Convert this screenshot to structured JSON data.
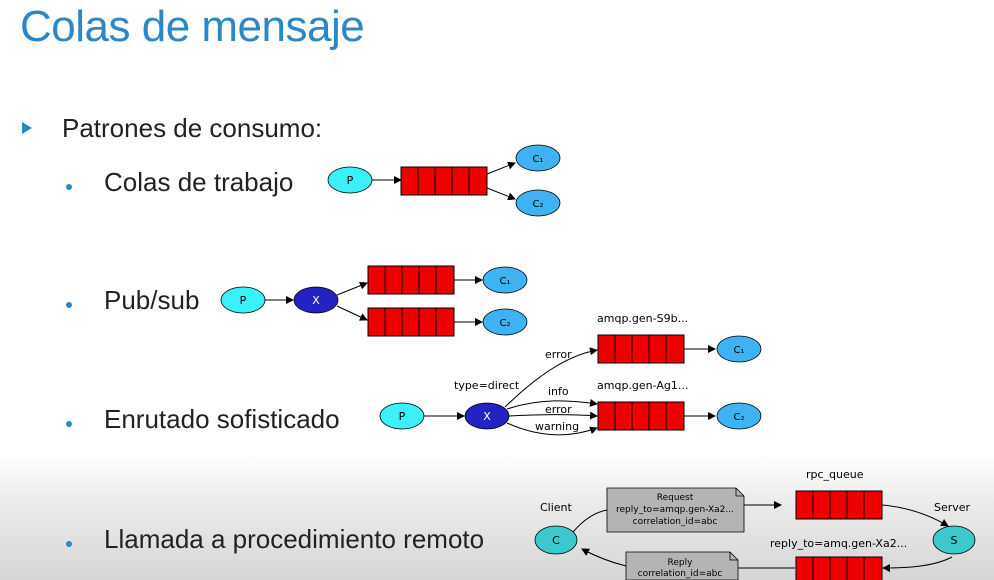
{
  "title": "Colas de mensaje",
  "section_heading": "Patrones de consumo:",
  "items": [
    {
      "label": "Colas de trabajo"
    },
    {
      "label": "Pub/sub"
    },
    {
      "label": "Enrutado sofisticado"
    },
    {
      "label": "Llamada a procedimiento remoto"
    }
  ],
  "diagram1": {
    "producer": "P",
    "consumer1": "C₁",
    "consumer2": "C₂"
  },
  "diagram2": {
    "producer": "P",
    "exchange": "X",
    "consumer1": "C₁",
    "consumer2": "C₂"
  },
  "diagram3": {
    "producer": "P",
    "exchange": "X",
    "exchange_type": "type=direct",
    "queue1_name": "amqp.gen-S9b...",
    "queue2_name": "amqp.gen-Ag1...",
    "route_error_top": "error",
    "route_info": "info",
    "route_error": "error",
    "route_warning": "warning",
    "consumer1": "C₁",
    "consumer2": "C₂"
  },
  "diagram4": {
    "client_label": "Client",
    "client": "C",
    "server_label": "Server",
    "server": "S",
    "queue_label": "rpc_queue",
    "request_title": "Request",
    "request_reply_to": "reply_to=amqp.gen-Xa2...",
    "request_correlation": "correlation_id=abc",
    "reply_queue_label": "reply_to=amq.gen-Xa2...",
    "reply_title": "Reply",
    "reply_correlation": "correlation_id=abc"
  },
  "colors": {
    "title": "#2b87c6",
    "queue": "#ee0000",
    "producer": "#3cf0f8",
    "exchange": "#2323c4",
    "consumer": "#3fb3f2",
    "rpc_node": "#3cc8cc",
    "note": "#b4b4b4"
  }
}
